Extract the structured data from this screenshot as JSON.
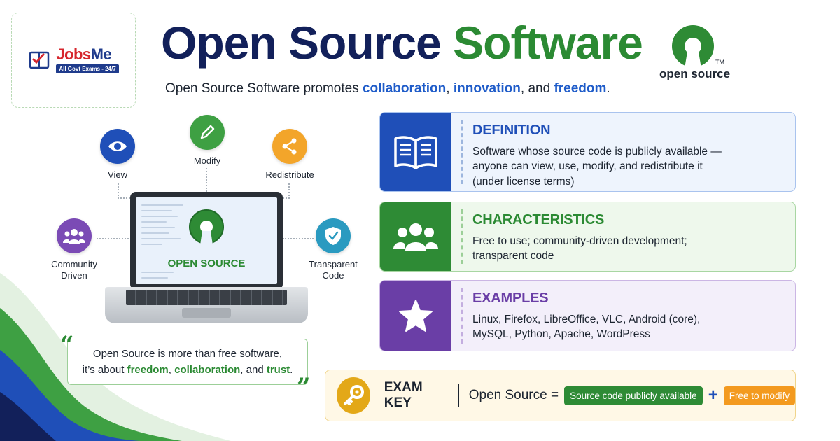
{
  "brand": {
    "name_part1": "Jobs",
    "name_part2": "Me",
    "tagline": "All Govt Exams - 24/7"
  },
  "header": {
    "title_part1": "Open Source",
    "title_part2": "Software",
    "logo_text": "open source",
    "logo_tm": "TM",
    "subtitle_prefix": "Open Source Software promotes ",
    "subtitle_word1": "collaboration",
    "subtitle_sep1": ", ",
    "subtitle_word2": "innovation",
    "subtitle_sep2": ", and ",
    "subtitle_word3": "freedom",
    "subtitle_suffix": "."
  },
  "features": {
    "view": "View",
    "modify": "Modify",
    "redistribute": "Redistribute",
    "community_line1": "Community",
    "community_line2": "Driven",
    "transparent_line1": "Transparent",
    "transparent_line2": "Code"
  },
  "laptop": {
    "screen_text": "OPEN SOURCE"
  },
  "quote": {
    "open_mark": "“",
    "close_mark": "”",
    "line1": "Open Source is more than free software,",
    "line2_prefix": "it’s about ",
    "w1": "freedom",
    "sep1": ", ",
    "w2": "collaboration",
    "sep2": ", and ",
    "w3": "trust",
    "end": "."
  },
  "cards": {
    "definition": {
      "title": "DEFINITION",
      "line1": "Software whose source code is publicly available —",
      "line2": "anyone can view, use, modify, and redistribute it",
      "line3": "(under license terms)"
    },
    "characteristics": {
      "title": "CHARACTERISTICS",
      "line1": "Free to use; community-driven development;",
      "line2": "transparent code"
    },
    "examples": {
      "title": "EXAMPLES",
      "line1": "Linux, Firefox, LibreOffice, VLC, Android (core),",
      "line2": "MySQL, Python, Apache, WordPress"
    }
  },
  "exam_key": {
    "label": "EXAM KEY",
    "equation": "Open Source =",
    "pill1": "Source code publicly available",
    "plus": "+",
    "pill2": "Free to modify"
  },
  "colors": {
    "navy": "#12205a",
    "green": "#2b8a33",
    "blue": "#1f4fb8",
    "purple": "#6a3ea6",
    "orange": "#f39a1f",
    "gold": "#e3a818"
  },
  "icons": [
    "book-icon",
    "eye-icon",
    "pencil-icon",
    "share-icon",
    "people-icon",
    "shield-check-icon",
    "open-source-logo-icon",
    "group-icon",
    "star-icon",
    "key-icon"
  ]
}
